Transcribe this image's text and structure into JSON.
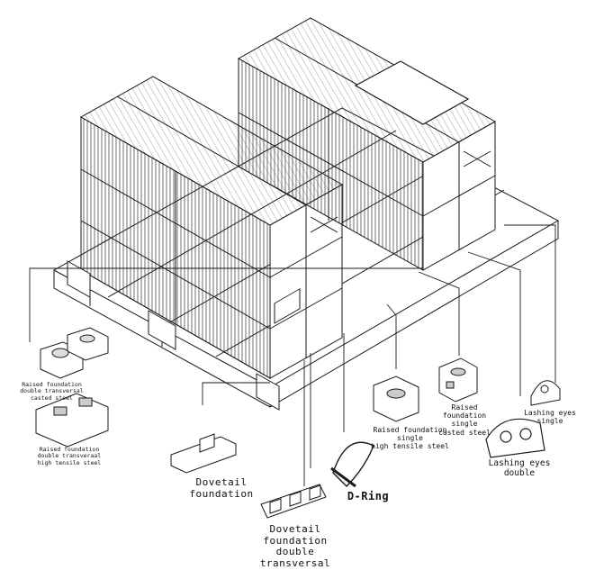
{
  "labels": {
    "raised_double_casted": "Raised foundation\ndouble transversal\ncasted steel",
    "raised_double_hts": "Raised foundation\ndouble transveraal\nhigh tensile steel",
    "dovetail": "Dovetail foundation",
    "dovetail_double": "Dovetail foundation\ndouble transversal",
    "dring": "D-Ring",
    "raised_single_hts": "Raised foundation\nsingle\nhigh tensile steel",
    "raised_single_casted": "Raised foundation\nsingle\ncasted steel",
    "lashing_single": "Lashing eyes single",
    "lashing_double": "Lashing eyes double"
  },
  "colors": {
    "line": "#1a1a1a",
    "background": "#ffffff"
  }
}
